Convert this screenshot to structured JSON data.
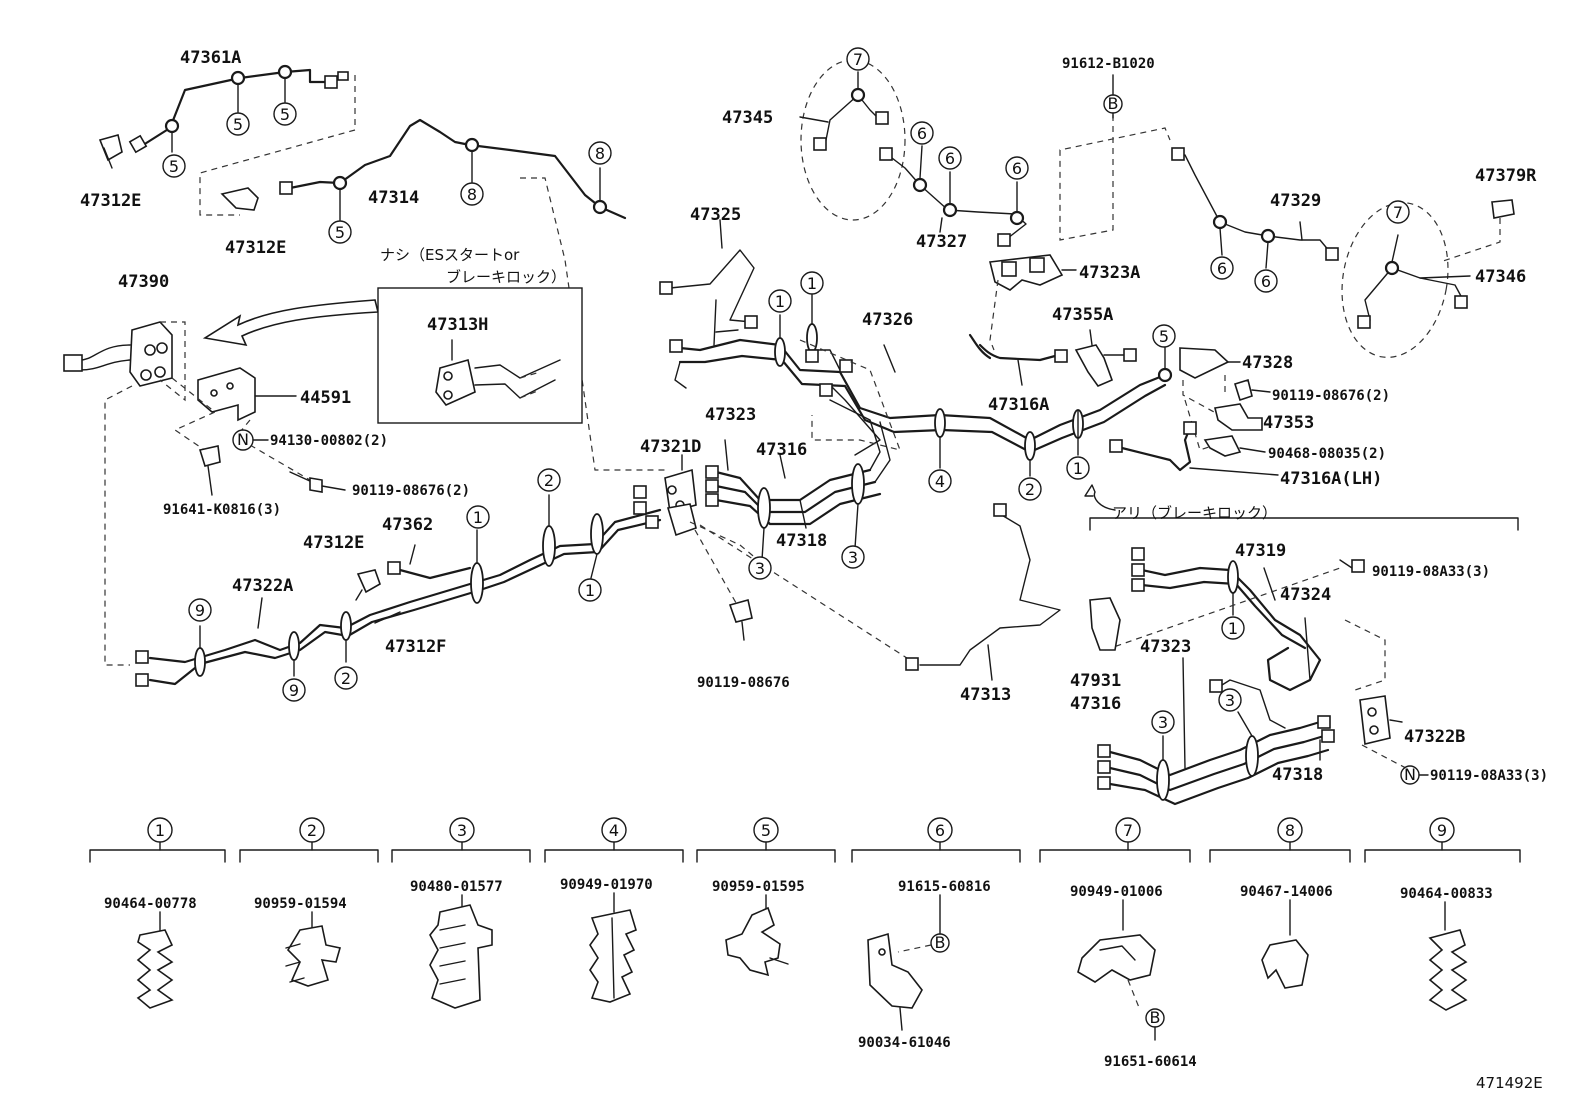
{
  "diagram_id": "471492E",
  "parts": {
    "p47361A": "47361A",
    "p47312E_a": "47312E",
    "p47312E_b": "47312E",
    "p47312E_c": "47312E",
    "p47314": "47314",
    "p47390": "47390",
    "p44591": "44591",
    "p94130": "94130-00802(2)",
    "p90119_a": "90119-08676(2)",
    "p91641": "91641-K0816(3)",
    "p47313H": "47313H",
    "p47362": "47362",
    "p47322A": "47322A",
    "p47312F": "47312F",
    "p47321D": "47321D",
    "p47323_a": "47323",
    "p47316": "47316",
    "p47318_a": "47318",
    "p90119_08676": "90119-08676",
    "p47325": "47325",
    "p47326": "47326",
    "p47345": "47345",
    "p47327": "47327",
    "p91612": "91612-B1020",
    "p47323A": "47323A",
    "p47355A": "47355A",
    "p47316A": "47316A",
    "p47328": "47328",
    "p90119_b": "90119-08676(2)",
    "p47353": "47353",
    "p90468": "90468-08035(2)",
    "p47316A_LH": "47316A(LH)",
    "p47329": "47329",
    "p47379R": "47379R",
    "p47346": "47346",
    "p47313": "47313",
    "p47319": "47319",
    "p90119_08A33": "90119-08A33(3)",
    "p47324": "47324",
    "p47323_b": "47323",
    "p47931": "47931",
    "p47316_b": "47316",
    "p47322B": "47322B",
    "p47318_b": "47318",
    "p90119_garbled": "90119-08A33(3)"
  },
  "notes": {
    "nashi_line1": "ナシ（ESスタートor",
    "nashi_line2": "ブレーキロック）",
    "ari": "アリ（ブレーキロック）"
  },
  "callout_letters": {
    "B": "B",
    "N": "N"
  },
  "legend": [
    {
      "num": "1",
      "part": "90464-00778"
    },
    {
      "num": "2",
      "part": "90959-01594"
    },
    {
      "num": "3",
      "part": "90480-01577"
    },
    {
      "num": "4",
      "part": "90949-01970"
    },
    {
      "num": "5",
      "part": "90959-01595"
    },
    {
      "num": "6",
      "part": "91615-60816",
      "extra": "90034-61046"
    },
    {
      "num": "7",
      "part": "90949-01006",
      "extra": "91651-60614"
    },
    {
      "num": "8",
      "part": "90467-14006"
    },
    {
      "num": "9",
      "part": "90464-00833"
    }
  ]
}
